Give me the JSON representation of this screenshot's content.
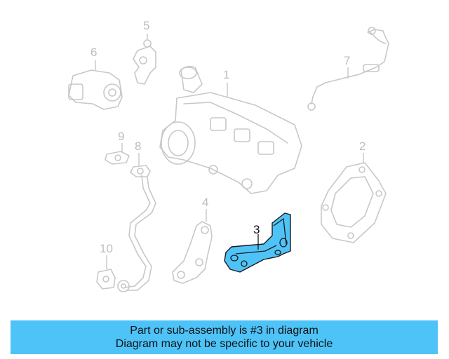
{
  "diagram": {
    "callouts": {
      "c1": "1",
      "c2": "2",
      "c3": "3",
      "c4": "4",
      "c5": "5",
      "c6": "6",
      "c7": "7",
      "c8": "8",
      "c9": "9",
      "c10": "10"
    },
    "highlighted_part": "3",
    "colors": {
      "highlight": "#4fc3f7",
      "banner": "#4dc3f8",
      "part_outline": "#c8c8c8"
    }
  },
  "banner": {
    "line1": "Part or sub-assembly is #3 in diagram",
    "line2": "Diagram may not be specific to your vehicle"
  }
}
